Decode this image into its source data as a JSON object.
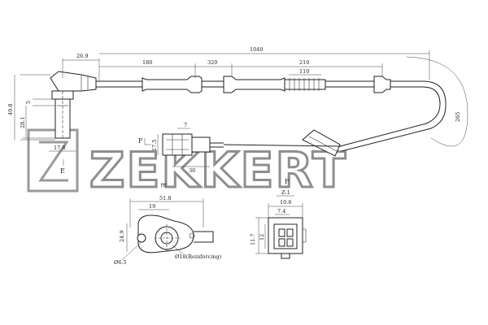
{
  "watermark": {
    "brand": "ZEKKERT"
  },
  "dimensions": {
    "d_26_9": "26.9",
    "d_180": "180",
    "d_320": "320",
    "d_1040": "1040",
    "d_210": "210",
    "d_110": "110",
    "d_265": "265",
    "d_49_8": "49.8",
    "d_5": "5",
    "d_28_1": "28.1",
    "d_17_8": "17.8",
    "d_7": "7",
    "d_17_5": "17.5",
    "d_30": "30",
    "d_51_8": "51.8",
    "d_19": "19",
    "d_24_9": "24.9",
    "d_6_5": "Ø6.5",
    "d_18": "Ø18(Reinforcing)",
    "d_7_4": "7.4",
    "d_10_6": "10.6",
    "d_11_7": "11.7",
    "d_12": "12"
  },
  "labels": {
    "F_top": "F",
    "F_left": "F",
    "E_left": "E",
    "E_mid": "E",
    "F_detail": "F",
    "Z_view": "Z-1"
  }
}
